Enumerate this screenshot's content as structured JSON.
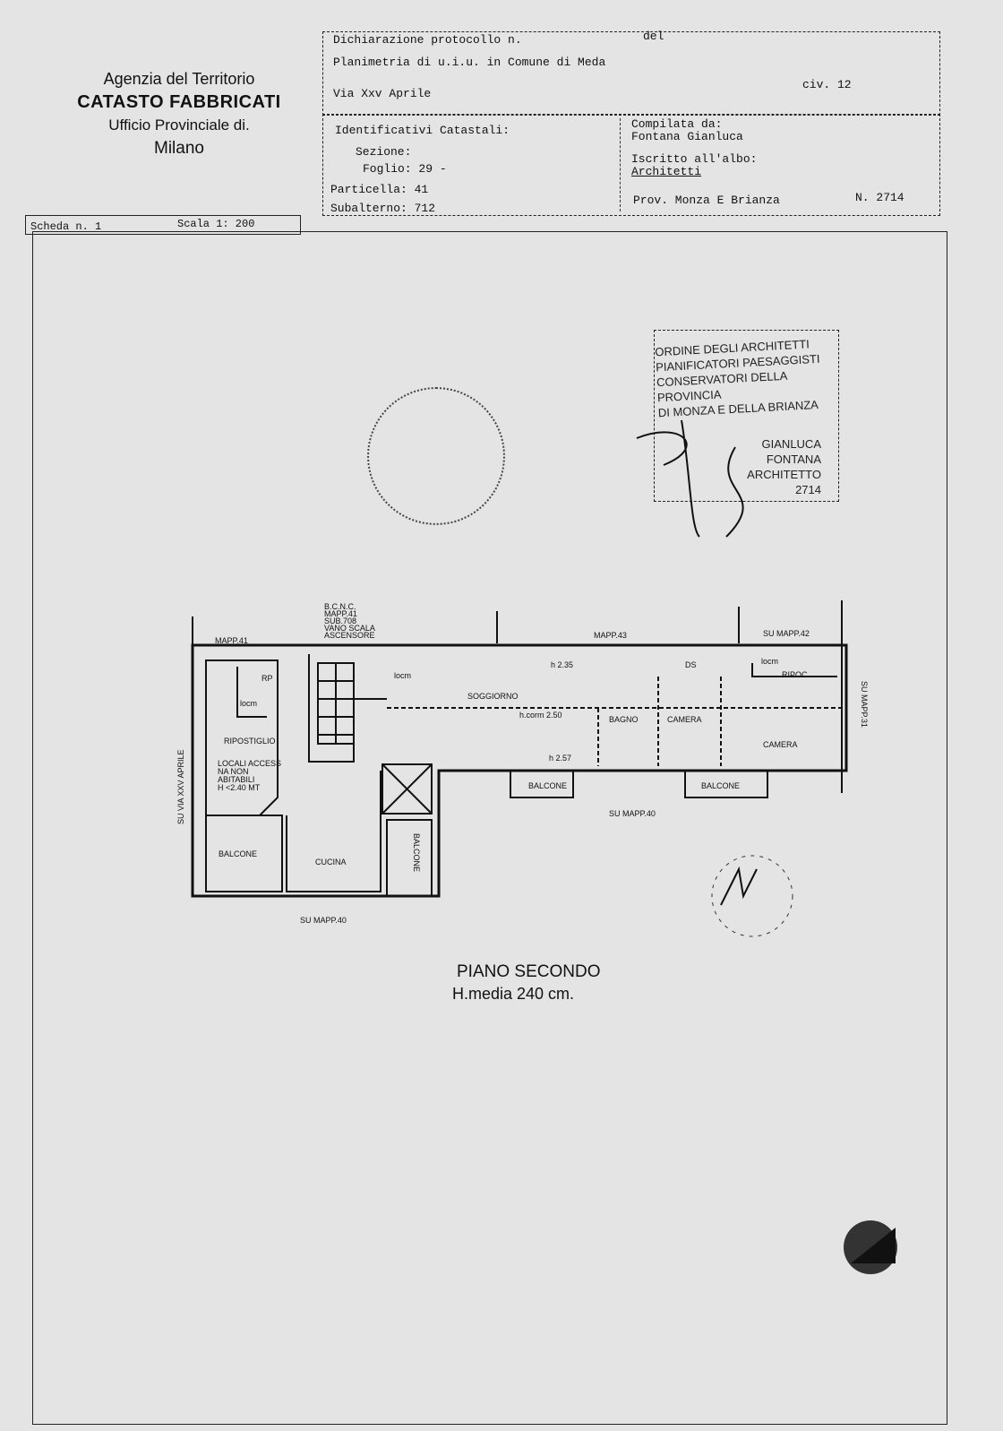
{
  "agency": {
    "line1": "Agenzia del Territorio",
    "line2": "CATASTO FABBRICATI",
    "line3": "Ufficio Provinciale di.",
    "line4": "Milano"
  },
  "header": {
    "protocol": "Dichiarazione protocollo n.",
    "del": "del",
    "planimetria": "Planimetria di u.i.u. in Comune di Meda",
    "address": "Via Xxv Aprile",
    "civ": "civ. 12",
    "ident_title": "Identificativi Catastali:",
    "sezione": "Sezione:",
    "foglio": "Foglio: 29 -",
    "particella": "Particella: 41",
    "subalterno": "Subalterno: 712",
    "compilata": "Compilata da:",
    "compiler": "Fontana Gianluca",
    "iscritto": "Iscritto all'albo:",
    "albo": "Architetti",
    "prov": "Prov. Monza E Brianza",
    "number": "N. 2714"
  },
  "scheda": {
    "label": "Scheda n. 1",
    "scale": "Scala 1: 200"
  },
  "stamp": {
    "lines": [
      "ORDINE DEGLI ARCHITETTI",
      "PIANIFICATORI PAESAGGISTI",
      "CONSERVATORI DELLA PROVINCIA",
      "DI MONZA E DELLA BRIANZA"
    ],
    "name": [
      "GIANLUCA",
      "FONTANA",
      "ARCHITETTO"
    ],
    "number": "2714"
  },
  "plan": {
    "mapp41": "MAPP.41",
    "bcnc": [
      "B.C.N.C.",
      "MAPP.41",
      "SUB.708",
      "VANO SCALA",
      "ASCENSORE"
    ],
    "mapp43": "MAPP.43",
    "mapp42": "SU MAPP.42",
    "mapp31": "SU MAPP.31",
    "via": "SU VIA XXV APRILE",
    "rp": "RP",
    "locm": "locm",
    "ripostiglio": "RIPOSTIGLIO",
    "locali": [
      "LOCALI ACCESS",
      "NA NON",
      "ABITABILI",
      "H <2.40 MT"
    ],
    "soggiorno": "SOGGIORNO",
    "h235": "h 2.35",
    "ds": "DS",
    "h250": "h.corm 2.50",
    "h257": "h 2.57",
    "bagno": "BAGNO",
    "camera1": "CAMERA",
    "camera2": "CAMERA",
    "locm2": "locm",
    "ripoc": "RIPOC",
    "locm3": "locm",
    "balcone": "BALCONE",
    "cucina": "CUCINA",
    "mapp40": "SU MAPP.40"
  },
  "footer": {
    "floor": "PIANO SECONDO",
    "height": "H.media 240 cm."
  }
}
